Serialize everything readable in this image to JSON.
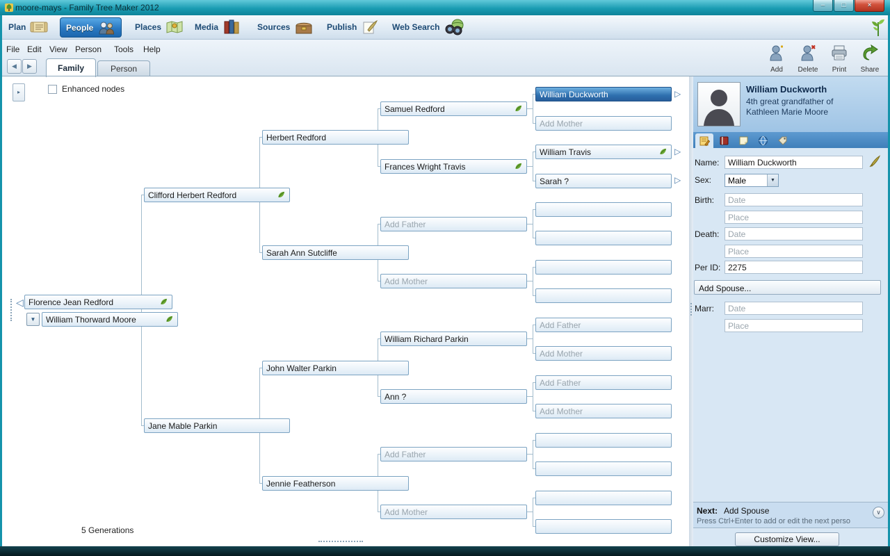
{
  "window": {
    "title": "moore-mays - Family Tree Maker 2012"
  },
  "icons": {
    "minimize": "–",
    "maximize": "□",
    "close": "×",
    "back": "◀",
    "forward": "▶",
    "expand": "▷",
    "collapse": "◁",
    "dropdown": "▼",
    "chevron_down": "∨"
  },
  "ribbon": {
    "tabs": [
      {
        "label": "Plan",
        "active": false
      },
      {
        "label": "People",
        "active": true
      },
      {
        "label": "Places",
        "active": false
      },
      {
        "label": "Media",
        "active": false
      },
      {
        "label": "Sources",
        "active": false
      },
      {
        "label": "Publish",
        "active": false
      },
      {
        "label": "Web Search",
        "active": false
      }
    ]
  },
  "menubar": {
    "items": [
      "File",
      "Edit",
      "View",
      "Person",
      "Tools",
      "Help"
    ]
  },
  "actions": {
    "add": "Add",
    "delete": "Delete",
    "print": "Print",
    "share": "Share"
  },
  "view_tabs": {
    "family": "Family",
    "person": "Person"
  },
  "canvas": {
    "enhanced_nodes": "Enhanced nodes",
    "generations": "5 Generations"
  },
  "tree": {
    "gen1": [
      {
        "label": "Florence Jean Redford",
        "leaf": true
      },
      {
        "label": "William Thorward Moore",
        "leaf": true
      }
    ],
    "gen2": [
      {
        "label": "Clifford Herbert Redford",
        "leaf": true
      },
      {
        "label": "Jane Mable Parkin",
        "leaf": false
      }
    ],
    "gen3": [
      {
        "label": "Herbert Redford"
      },
      {
        "label": "Sarah Ann Sutcliffe"
      },
      {
        "label": "John Walter Parkin"
      },
      {
        "label": "Jennie Featherson"
      }
    ],
    "gen4": [
      {
        "label": "Samuel Redford",
        "leaf": true
      },
      {
        "label": "Frances Wright Travis",
        "leaf": true
      },
      {
        "label": "Add Father",
        "placeholder": true
      },
      {
        "label": "Add Mother",
        "placeholder": true
      },
      {
        "label": "William Richard Parkin"
      },
      {
        "label": "Ann ?"
      },
      {
        "label": "Add Father",
        "placeholder": true
      },
      {
        "label": "Add Mother",
        "placeholder": true
      }
    ],
    "gen5": [
      {
        "label": "William Duckworth",
        "selected": true
      },
      {
        "label": "Add Mother",
        "placeholder": true
      },
      {
        "label": "William Travis",
        "leaf": true
      },
      {
        "label": "Sarah ?"
      },
      {
        "label": ""
      },
      {
        "label": ""
      },
      {
        "label": ""
      },
      {
        "label": ""
      },
      {
        "label": "Add Father",
        "placeholder": true
      },
      {
        "label": "Add Mother",
        "placeholder": true
      },
      {
        "label": "Add Father",
        "placeholder": true
      },
      {
        "label": "Add Mother",
        "placeholder": true
      },
      {
        "label": ""
      },
      {
        "label": ""
      },
      {
        "label": ""
      },
      {
        "label": ""
      }
    ]
  },
  "panel": {
    "person_name": "William Duckworth",
    "relationship_line1": "4th great grandfather of",
    "relationship_line2": "Kathleen Marie Moore",
    "fields": {
      "name_label": "Name:",
      "name_value": "William Duckworth",
      "sex_label": "Sex:",
      "sex_value": "Male",
      "birth_label": "Birth:",
      "death_label": "Death:",
      "date_placeholder": "Date",
      "place_placeholder": "Place",
      "perid_label": "Per ID:",
      "perid_value": "2275",
      "marr_label": "Marr:",
      "add_spouse_button": "Add Spouse..."
    },
    "next": {
      "prefix": "Next:",
      "action": "Add Spouse",
      "hint": "Press Ctrl+Enter to add or edit the next perso"
    },
    "customize_button": "Customize View..."
  }
}
